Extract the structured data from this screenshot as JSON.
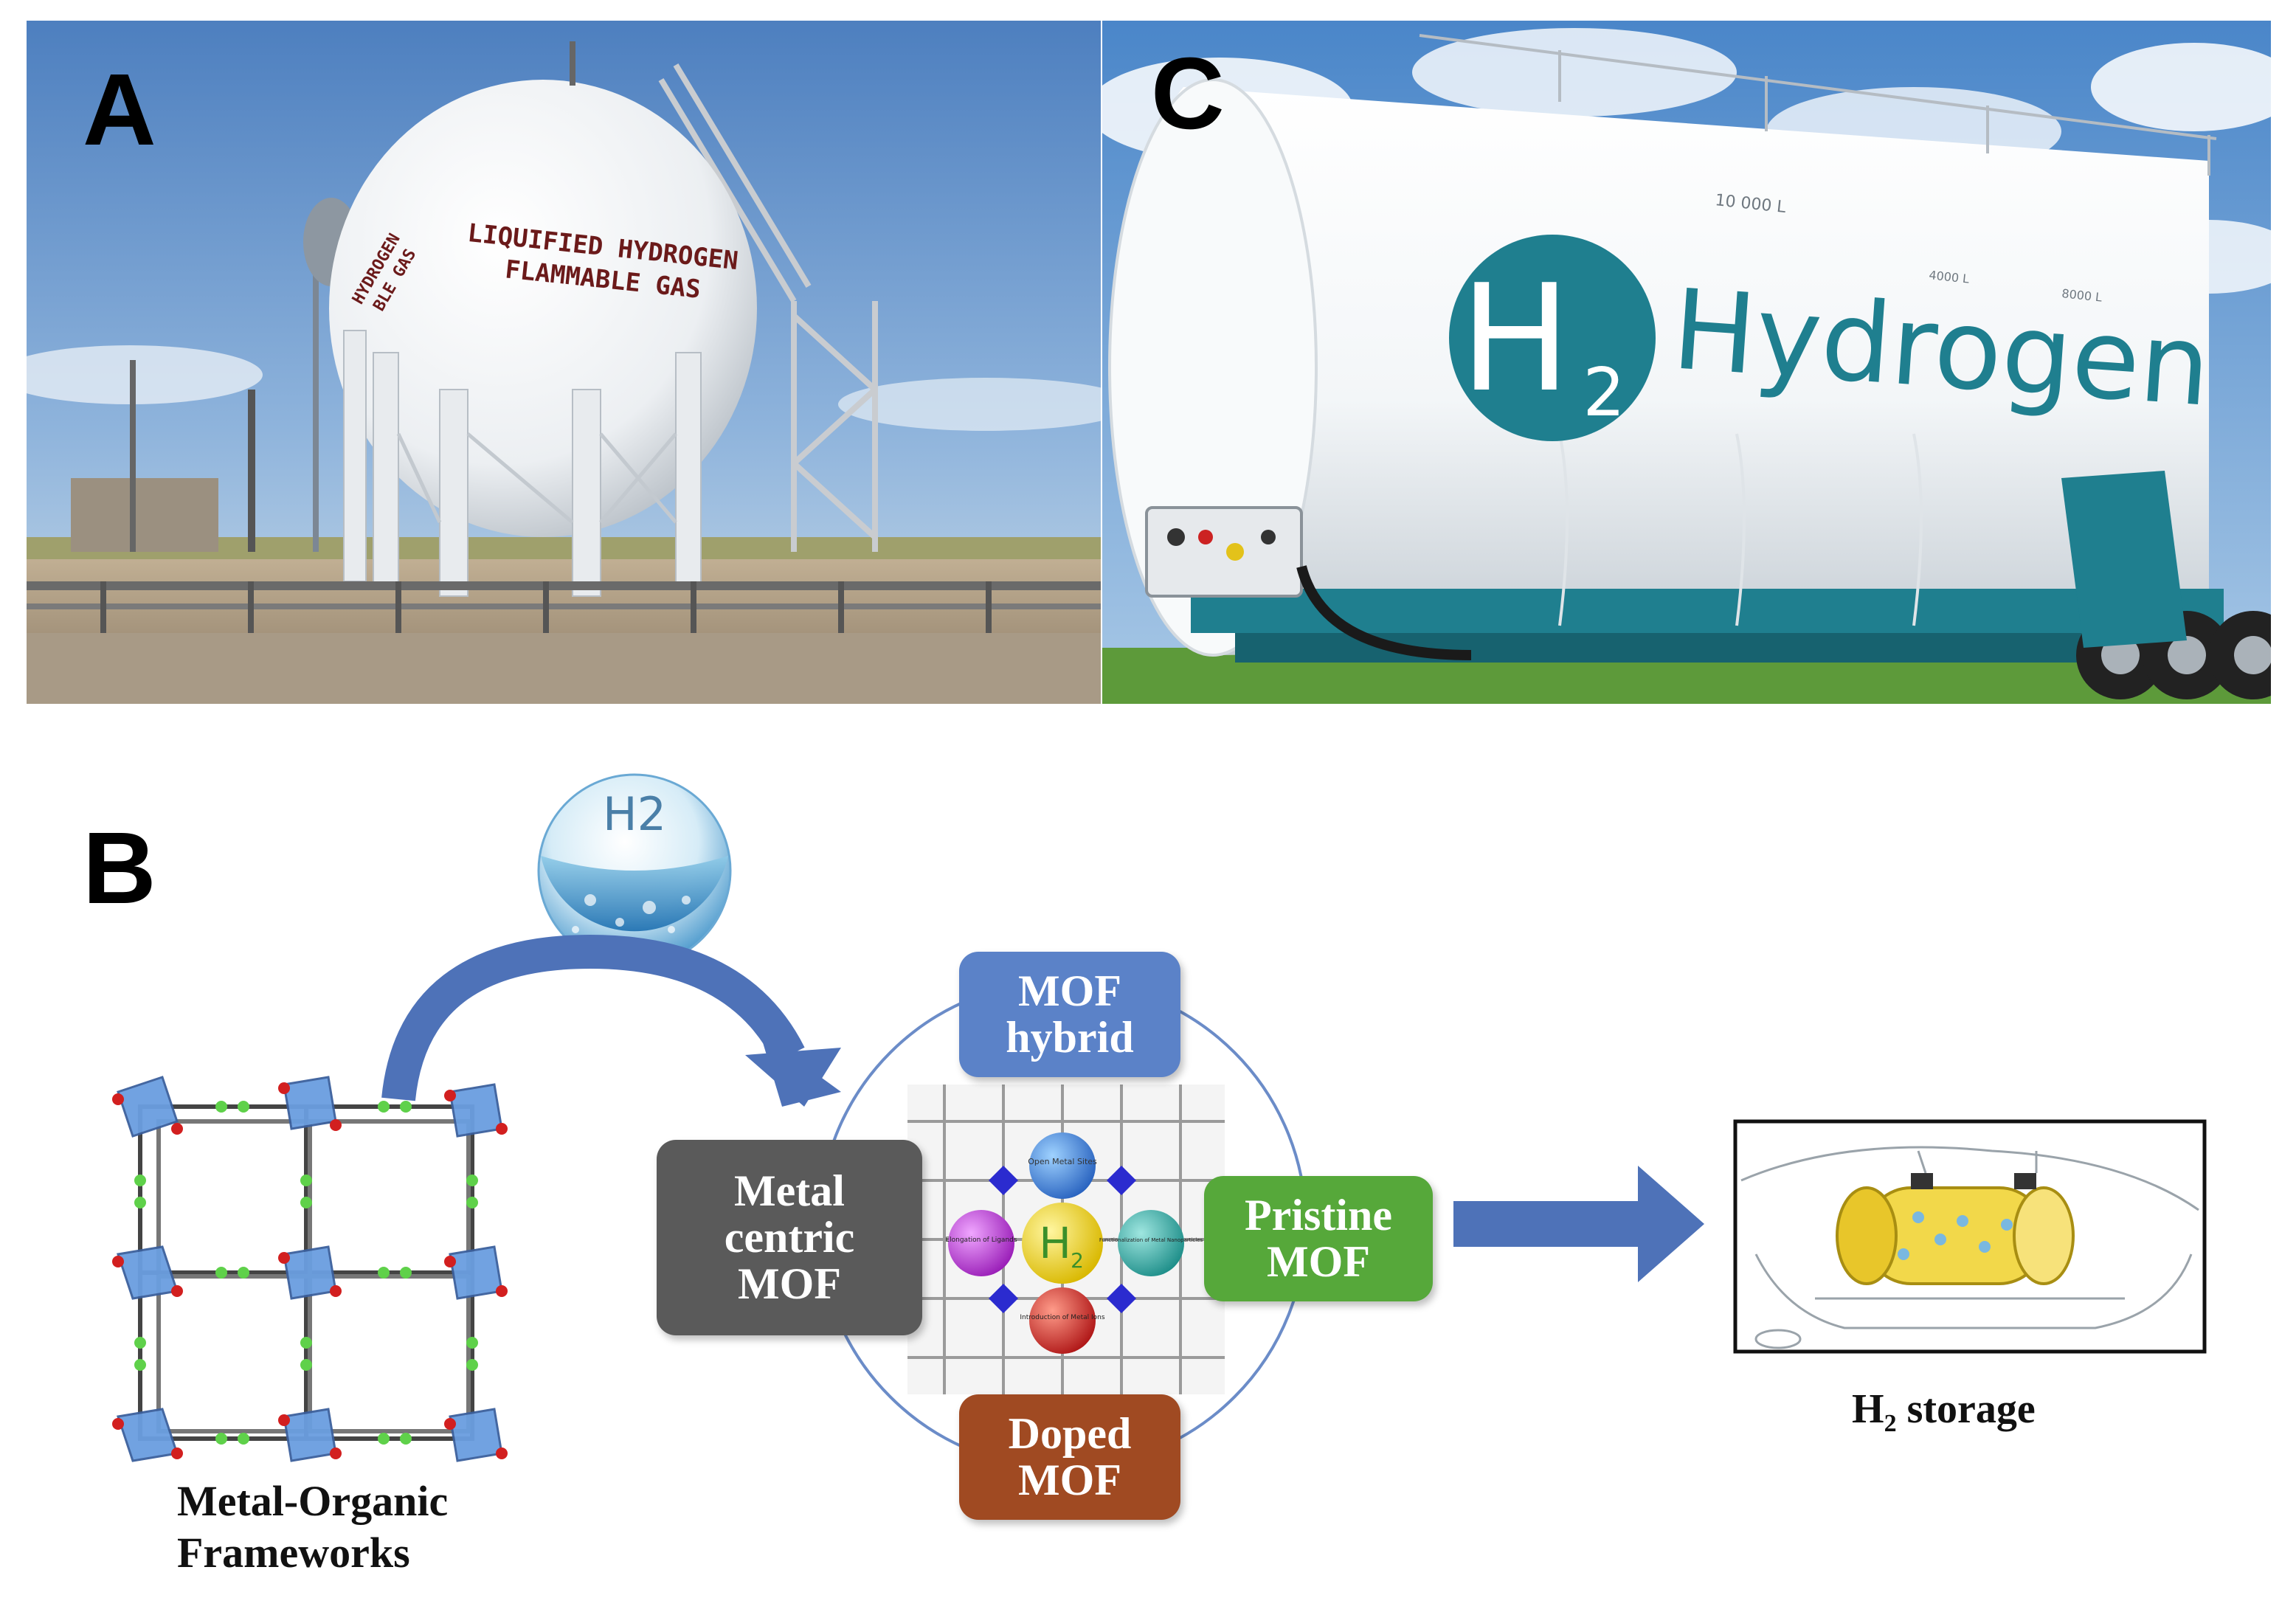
{
  "panels": {
    "a": {
      "letter": "A",
      "tank_text_line1": "LIQUIFIED HYDROGEN",
      "tank_text_line2": "FLAMMABLE GAS",
      "side_text_line1": "HYDROGEN",
      "side_text_line2": "BLE GAS"
    },
    "c": {
      "letter": "C",
      "logo_text": "Hydrogen",
      "logo_symbol": "H",
      "logo_subscript": "2",
      "capacity_text": "10 000 L",
      "marker_1": "4000 L",
      "marker_2": "8000 L"
    },
    "b": {
      "letter": "B",
      "bubble_label": "H2",
      "box_top": "MOF\nhybrid",
      "box_left": "Metal\ncentric\nMOF",
      "box_right": "Pristine\nMOF",
      "box_bottom": "Doped\nMOF",
      "center_h2": "H",
      "center_sub": "2",
      "sphere_labels": {
        "top": "Open Metal Sites",
        "left": "Elongation of Ligands",
        "right": "Functionalization of Metal Nanoparticles",
        "bottom": "Introduction of Metal Ions"
      },
      "caption_left_line1": "Metal-Organic",
      "caption_left_line2": "Frameworks",
      "caption_right_h": "H",
      "caption_right_sub": "2",
      "caption_right_rest": " storage"
    }
  },
  "colors": {
    "box_top": "#5b82c8",
    "box_left": "#5a5a5a",
    "box_right": "#56a83a",
    "box_bottom": "#a04a22",
    "arrow": "#4e72b8",
    "teal": "#1f7f8f"
  }
}
